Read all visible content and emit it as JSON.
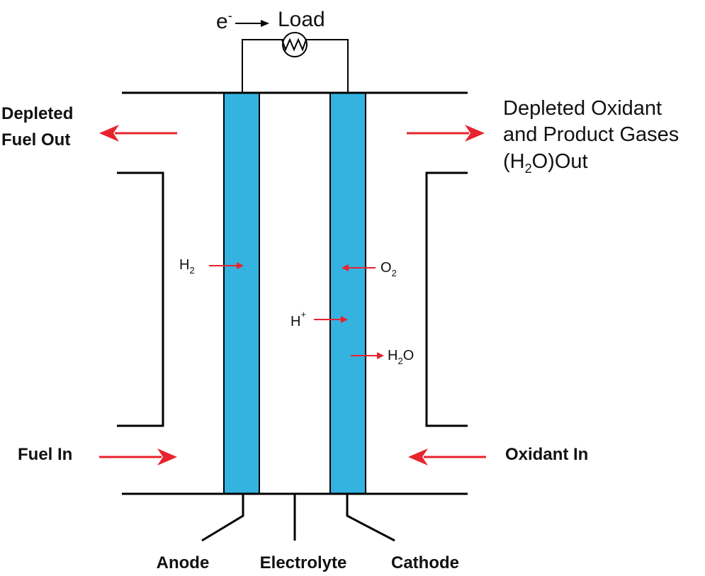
{
  "colors": {
    "electrode": "#35b3e0",
    "arrow": "#e8232d",
    "line": "#000000",
    "text": "#111111"
  },
  "circuit": {
    "electron": "e",
    "electron_sup": "-",
    "load": "Load",
    "load_icon": "resistor-lamp-icon"
  },
  "labels": {
    "depleted_fuel_line1": "Depleted",
    "depleted_fuel_line2": "Fuel Out",
    "depleted_oxidant_line1": "Depleted Oxidant",
    "depleted_oxidant_line2": "and Product Gases",
    "depleted_oxidant_line3_pre": "(H",
    "depleted_oxidant_line3_sub": "2",
    "depleted_oxidant_line3_post": "O)Out",
    "fuel_in": "Fuel In",
    "oxidant_in": "Oxidant In",
    "anode": "Anode",
    "electrolyte": "Electrolyte",
    "cathode": "Cathode"
  },
  "species": {
    "h2_main": "H",
    "h2_sub": "2",
    "o2_main": "O",
    "o2_sub": "2",
    "hplus_main": "H",
    "hplus_sup": "+",
    "h2o_h": "H",
    "h2o_sub": "2",
    "h2o_o": "O"
  }
}
